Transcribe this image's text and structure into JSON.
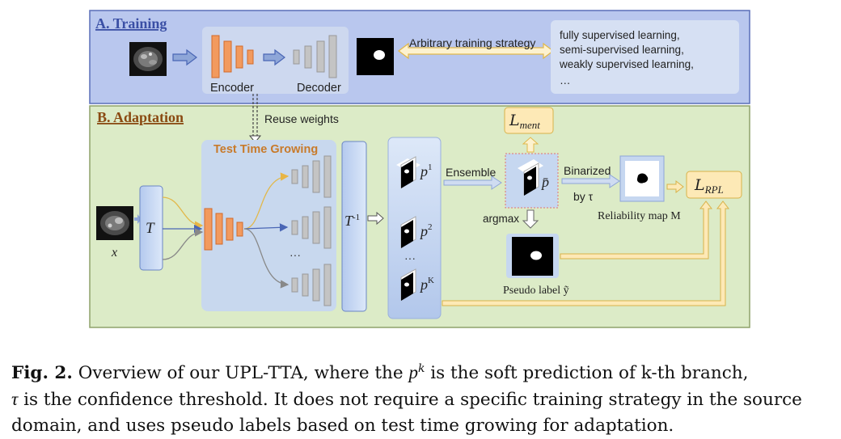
{
  "training": {
    "title": "A. Training",
    "encoder_label": "Encoder",
    "decoder_label": "Decoder",
    "arrow_label": "Arbitrary training strategy",
    "strategies": [
      "fully supervised learning,",
      "semi-supervised learning,",
      "weakly supervised learning,",
      "…"
    ]
  },
  "adaptation": {
    "title": "B. Adaptation",
    "reuse_label": "Reuse weights",
    "ttg_label": "Test Time Growing",
    "input_label": "x",
    "transform_label": "T",
    "inverse_transform_label": "T",
    "inverse_sup": "-1",
    "pred_labels": [
      "p",
      "p",
      "p"
    ],
    "pred_sups": [
      "1",
      "2",
      "K"
    ],
    "branch_dots": "···",
    "pred_dots": "···",
    "ensemble_label": "Ensemble",
    "ensemble_pred_label": "p̄",
    "loss_ment_main": "L",
    "loss_ment_sub": "ment",
    "binarized_label": "Binarized",
    "by_tau_label": "by τ",
    "reliability_label": "Reliability map M",
    "loss_rpl_main": "L",
    "loss_rpl_sub": "RPL",
    "argmax_label": "argmax",
    "pseudo_label": "Pseudo label ỹ"
  },
  "caption": {
    "fig_label": "Fig. 2.",
    "text_1": " Overview of our UPL-TTA, where the ",
    "p_var": "p",
    "p_sup": "k",
    "text_2": " is the soft prediction of k-th branch,",
    "tau_var": "τ",
    "text_3": " is the confidence threshold. It does not require a specific training strategy in the source domain, and uses pseudo labels based on test time growing for adaptation."
  },
  "colors": {
    "training_bg": "#b9c7ee",
    "training_border": "#5a6fb8",
    "adaptation_bg": "#dcebc7",
    "adaptation_border": "#8ea26a",
    "encoder_orange": "#f29a5e",
    "decoder_gray": "#c4c4c4",
    "blue_panel": "#c3d5f0",
    "yellow_box": "#fde9b6",
    "section_title_blue": "#3a4fa5",
    "section_title_brown": "#8a4a12"
  }
}
